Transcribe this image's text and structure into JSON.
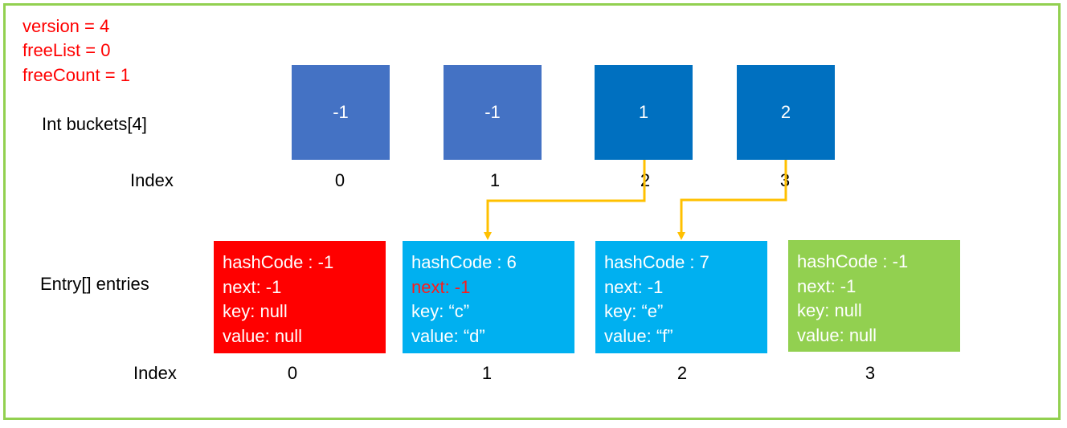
{
  "state": {
    "version": "version = 4",
    "freeList": "freeList = 0",
    "freeCount": "freeCount = 1"
  },
  "buckets": {
    "label": "Int buckets[4]",
    "index_label": "Index",
    "items": [
      {
        "value": "-1",
        "index": "0",
        "color": "#4472c4"
      },
      {
        "value": "-1",
        "index": "1",
        "color": "#4472c4"
      },
      {
        "value": "1",
        "index": "2",
        "color": "#0070c0"
      },
      {
        "value": "2",
        "index": "3",
        "color": "#0070c0"
      }
    ]
  },
  "entries": {
    "label": "Entry[] entries",
    "index_label": "Index",
    "items": [
      {
        "hashCode": "hashCode : -1",
        "next": "next: -1",
        "key": "key: null",
        "value": "value: null",
        "index": "0",
        "color": "#ff0000"
      },
      {
        "hashCode": "hashCode : 6",
        "next": "next: -1",
        "key": "key: “c”",
        "value": "value: “d”",
        "index": "1",
        "color": "#00b0f0"
      },
      {
        "hashCode": "hashCode : 7",
        "next": "next: -1",
        "key": "key: “e”",
        "value": "value: “f”",
        "index": "2",
        "color": "#00b0f0"
      },
      {
        "hashCode": "hashCode : -1",
        "next": "next: -1",
        "key": "key: null",
        "value": "value: null",
        "index": "3",
        "color": "#92d050"
      }
    ]
  },
  "colors": {
    "frame": "#92d050",
    "arrow": "#ffc000",
    "state_text": "#ff0000"
  }
}
